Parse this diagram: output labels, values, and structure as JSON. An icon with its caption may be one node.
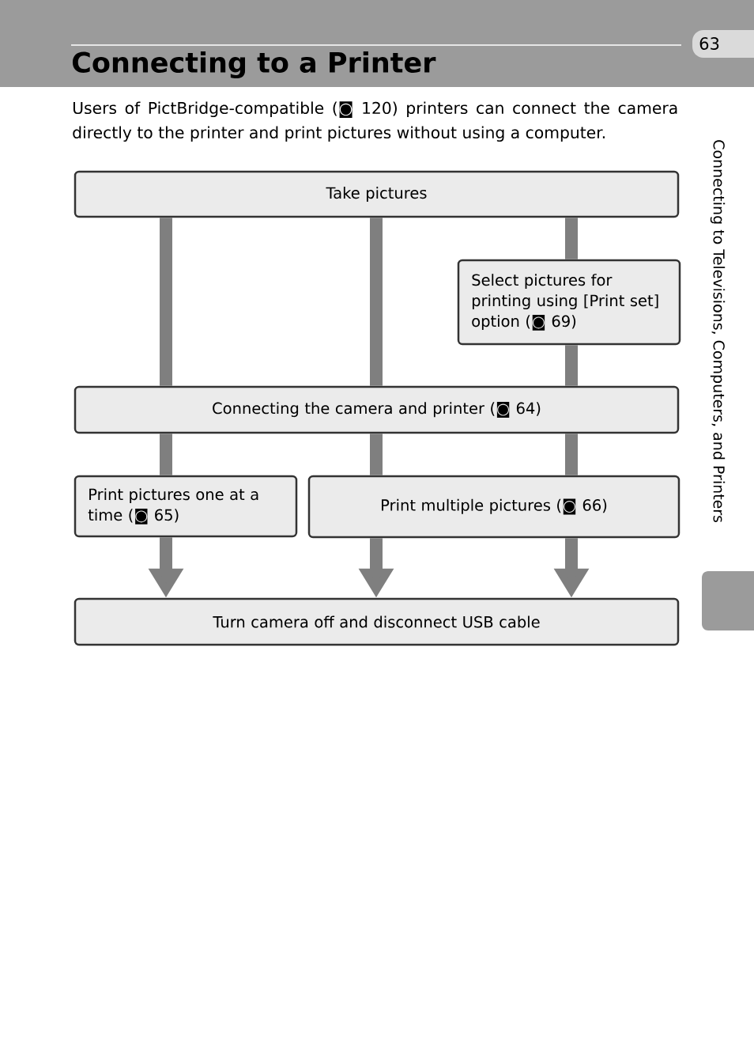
{
  "diagram": {
    "title": "Connecting to a Printer",
    "nodes": [
      {
        "text": [
          "Take pictures"
        ]
      },
      {
        "text": [
          "Select pictures for printing using [Print set] option (◙ 69)"
        ]
      },
      {
        "text": [
          "Connecting the camera and printer (◙ 64)"
        ]
      },
      {
        "text": [
          "Print pictures one at a time (◙ 65)"
        ]
      },
      {
        "text": [
          "Print multiple pictures (◙ 66)"
        ]
      },
      {
        "text": [
          "Turn camera off and disconnect USB cable"
        ]
      }
    ],
    "edges": [
      {
        "from": 0,
        "to": 2,
        "arrow": "none"
      },
      {
        "from": 0,
        "to": 2,
        "arrow": "none"
      },
      {
        "from": 0,
        "to": 1,
        "arrow": "none"
      },
      {
        "from": 1,
        "to": 2,
        "arrow": "none"
      },
      {
        "from": 2,
        "to": 3,
        "arrow": "none"
      },
      {
        "from": 2,
        "to": 4,
        "arrow": "none"
      },
      {
        "from": 2,
        "to": 4,
        "arrow": "none"
      },
      {
        "from": 3,
        "to": 5,
        "arrow": "to"
      },
      {
        "from": 4,
        "to": 5,
        "arrow": "to"
      },
      {
        "from": 4,
        "to": 5,
        "arrow": "to"
      }
    ],
    "labels": [
      "63",
      "Users of PictBridge-compatible (◙ 120) printers can connect the camera directly to the printer and print pictures without using a computer.",
      "Connecting to Televisions, Computers, and Printers"
    ]
  }
}
